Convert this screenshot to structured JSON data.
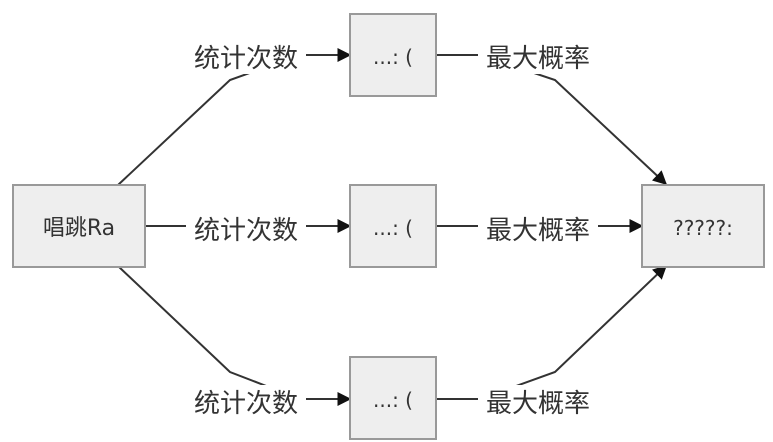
{
  "nodes": {
    "source": {
      "label": "唱跳Ra"
    },
    "mid_top": {
      "label": "...: ("
    },
    "mid_middle": {
      "label": "...: ("
    },
    "mid_bottom": {
      "label": "...: ("
    },
    "result": {
      "label": "?????:"
    }
  },
  "edges": {
    "count_label": "统计次数",
    "max_label": "最大概率"
  }
}
